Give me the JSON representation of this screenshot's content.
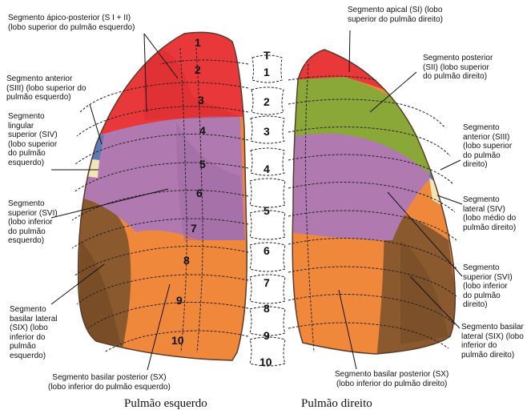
{
  "lungs": {
    "left_caption": "Pulmão esquerdo",
    "right_caption": "Pulmão direito"
  },
  "left_labels": {
    "apicoposterior": "Segmento ápico-posterior (S I + II)\n(lobo superior do pulmão esquerdo)",
    "anterior": "Segmento anterior\n(SIII) (lobo superior do\npulmão esquerdo)",
    "lingular": "Segmento\nlingular\nsuperior (SIV)\n(lobo superior\ndo pulmão\nesquerdo)",
    "superior": "Segmento\nsuperior (SVI)\n(lobo inferior\ndo pulmão\nesquerdo)",
    "basilar_lateral": "Segmento\nbasilar lateral\n(SIX) (lobo\ninferior do\npulmão\nesquerdo)",
    "basilar_posterior": "Segmento basilar posterior (SX)\n(lobo inferior do pulmão esquerdo)"
  },
  "right_labels": {
    "apical": "Segmento apical (SI) (lobo\nsuperior do pulmão direito)",
    "posterior": "Segmento posterior\n(SII) (lobo superior\ndo pulmão direito)",
    "anterior": "Segmento\nanterior (SIII)\n(lobo superior\ndo pulmão\ndireito)",
    "lateral": "Segmento\nlateral (SIV)\n(lobo médio do\npulmão direito)",
    "superior": "Segmento\nsuperior (SVI)\n(lobo inferior\ndo pulmão\ndireito)",
    "basilar_lateral": "Segmento basilar\nlateral (SIX) (lobo\ninferior do\npulmão direito)",
    "basilar_posterior": "Segmento basilar posterior (SX)\n(lobo inferior do pulmão direito)"
  },
  "rib_numbers": [
    "1",
    "2",
    "3",
    "4",
    "5",
    "6",
    "7",
    "8",
    "9",
    "10"
  ],
  "vertebra_numbers": [
    "T",
    "1",
    "2",
    "3",
    "4",
    "5",
    "6",
    "7",
    "8",
    "9",
    "10"
  ],
  "colors": {
    "apical_red": "#e8383a",
    "purple": "#b07ab0",
    "orange": "#f0883c",
    "brown": "#8a5a2e",
    "green": "#8aa838",
    "blue": "#5a7ab8",
    "cream": "#f0e6b8"
  }
}
